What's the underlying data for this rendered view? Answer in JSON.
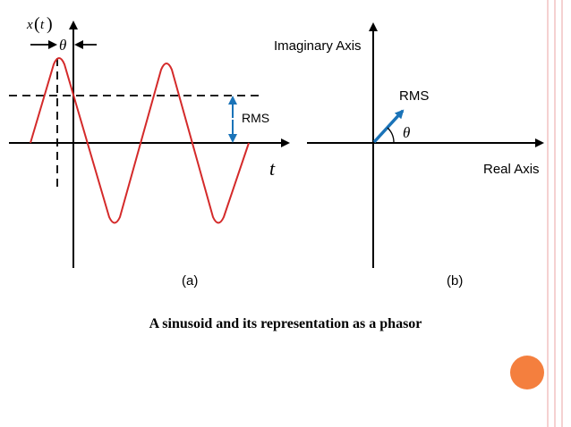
{
  "slide": {
    "caption": "A sinusoid and its representation as a phasor"
  },
  "left_panel": {
    "y_label_x": "x",
    "y_label_arg": "t",
    "theta_label": "θ",
    "rms_label": "RMS",
    "t_label": "t",
    "panel_label": "(a)"
  },
  "right_panel": {
    "imaginary_label": "Imaginary Axis",
    "real_label": "Real Axis",
    "rms_label": "RMS",
    "theta_label": "θ",
    "panel_label": "(b)"
  },
  "colors": {
    "waveform": "#d42a2a",
    "accent_blue": "#1a73b8",
    "border_pink": "#f2c2c2",
    "orange_dot": "#f47f3e",
    "axis": "#000000"
  }
}
